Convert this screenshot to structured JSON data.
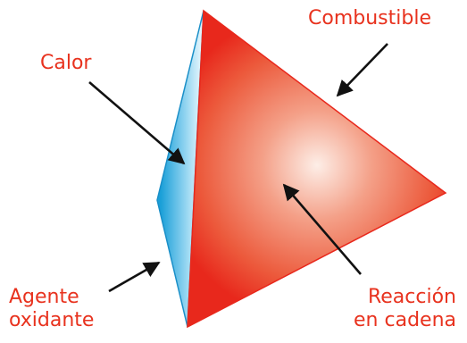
{
  "labels": {
    "fuel": "Combustible",
    "heat": "Calor",
    "oxidizer": [
      "Agente",
      "oxidante"
    ],
    "chain_reaction": [
      "Reacción",
      "en cadena"
    ]
  },
  "colors": {
    "text": "#e8321e",
    "fuel_face_center": "#fde9e2",
    "fuel_face_edge": "#e8281c",
    "heat_face_light": "#d9f1fb",
    "heat_face_dark": "#1a9fd8",
    "arrow": "#111111"
  }
}
